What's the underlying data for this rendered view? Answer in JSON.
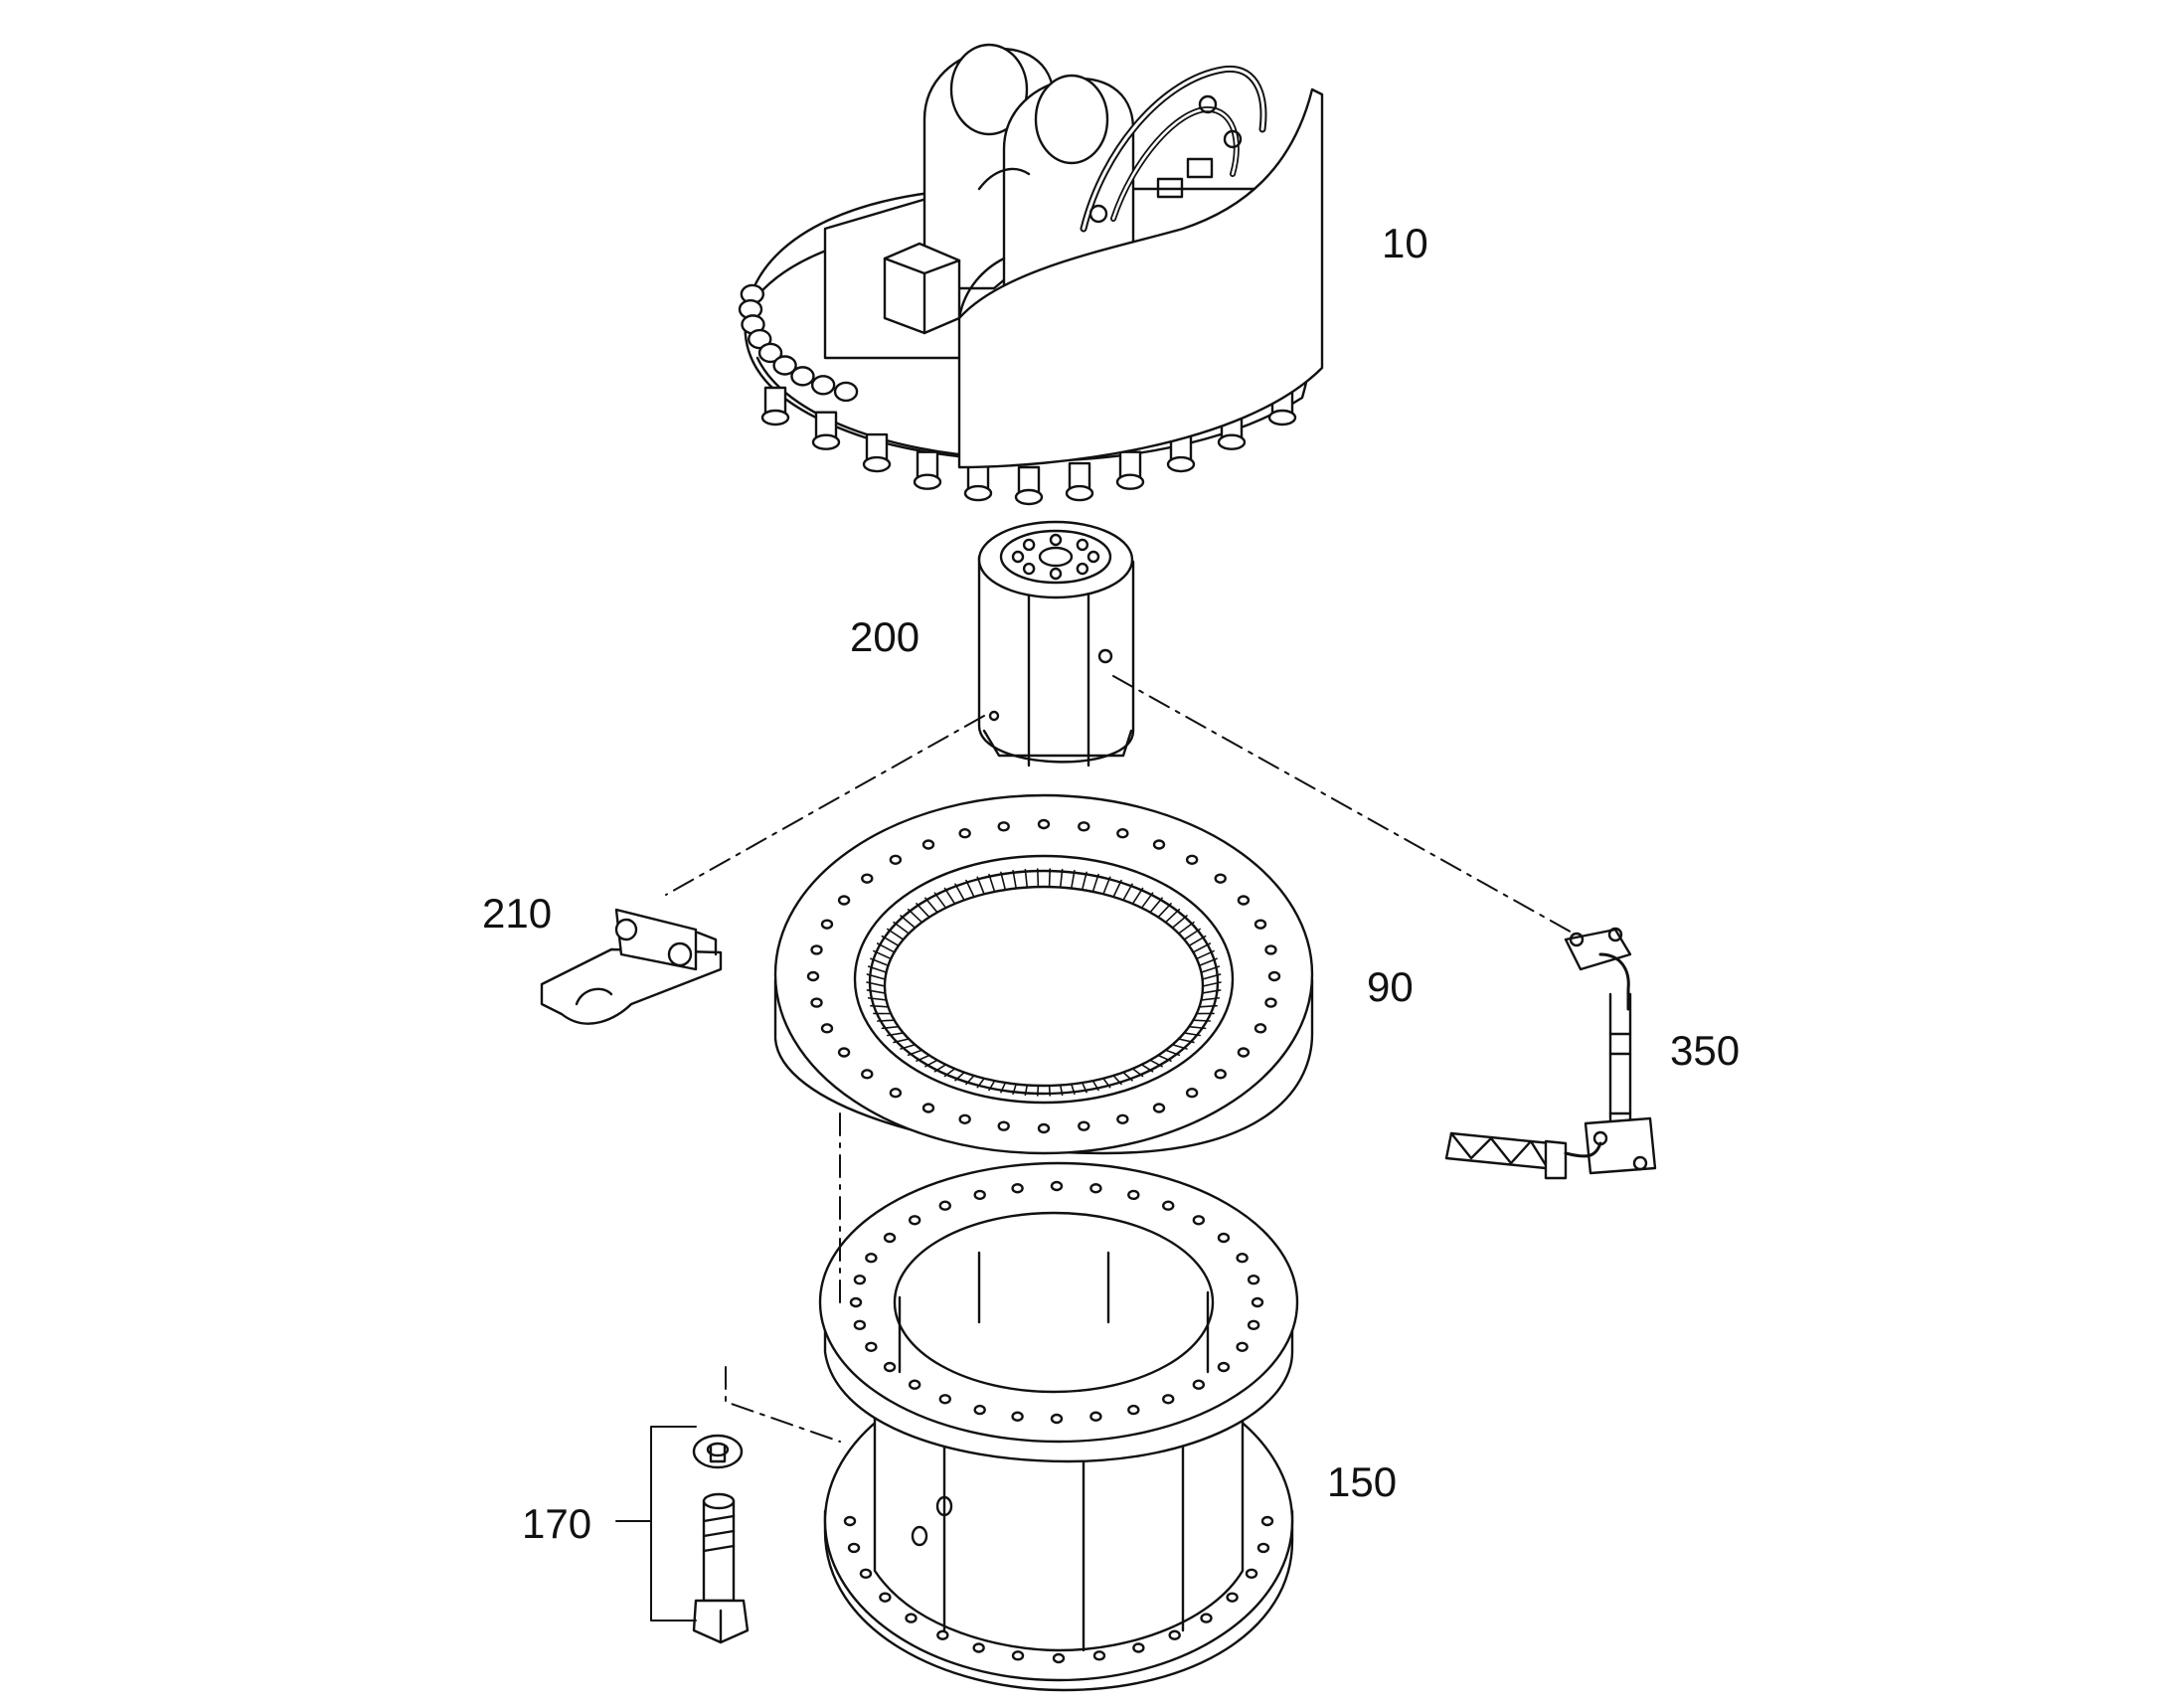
{
  "diagram": {
    "callouts": {
      "p10": "10",
      "p200": "200",
      "p210": "210",
      "p90": "90",
      "p350": "350",
      "p150": "150",
      "p170": "170"
    }
  },
  "colors": {
    "line": "#111111",
    "background": "#ffffff"
  }
}
